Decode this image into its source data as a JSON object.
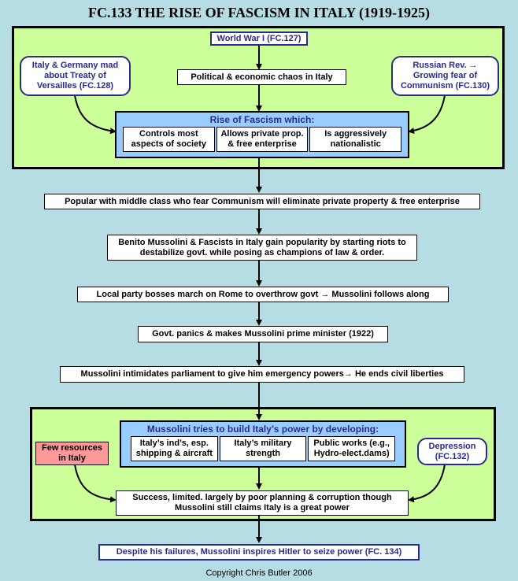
{
  "title": "FC.133 THE RISE OF FASCISM IN ITALY (1919-1925)",
  "top": {
    "ww1": "World War I (FC.127)",
    "chaos": "Political & economic chaos in Italy",
    "italy_germany": "Italy & Germany mad about Treaty of Versailles (FC.128)",
    "russian": "Russian Rev. → Growing fear of Communism (FC.130)",
    "rise_heading": "Rise of Fascism which:",
    "traits": [
      "Controls most aspects of society",
      "Allows private prop. & free enterprise",
      "Is aggressively nationalistic"
    ]
  },
  "steps": [
    "Popular with middle class who fear Communism will eliminate private property & free enterprise",
    "Benito Mussolini & Fascists in Italy gain popularity by starting riots to destabilize govt. while posing as champions of law & order.",
    "Local party bosses march on Rome to overthrow govt → Mussolini follows along",
    "Govt. panics & makes Mussolini prime minister (1922)",
    "Mussolini intimidates parliament to give him emergency powers→ He ends civil liberties"
  ],
  "bottom": {
    "build_heading": "Mussolini tries to build Italy’s power by developing:",
    "areas": [
      "Italy’s ind’s, esp. shipping & aircraft",
      "Italy’s military strength",
      "Public works (e.g., Hydro-elect.dams)"
    ],
    "few_resources": "Few resources in Italy",
    "depression": "Depression (FC.132)",
    "success": "Success, limited. largely by poor planning & corruption though Mussolini still claims Italy is a great power"
  },
  "final": "Despite his failures, Mussolini inspires Hitler to seize power (FC. 134)",
  "copyright": "Copyright Chris Butler 2006"
}
